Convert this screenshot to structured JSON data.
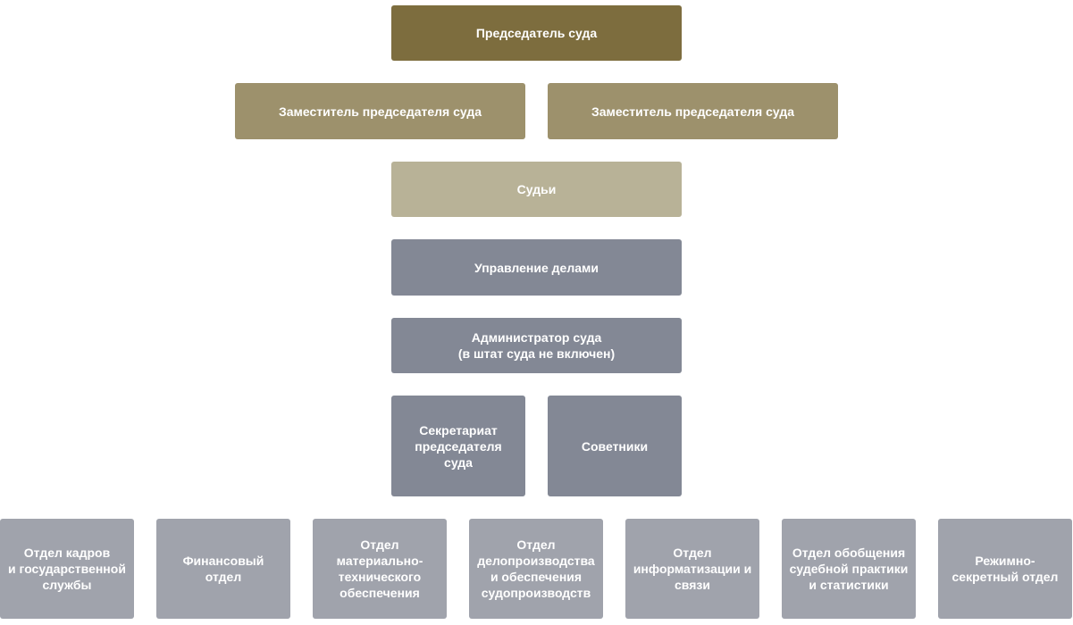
{
  "colors": {
    "chairman": "#7d6d3e",
    "deputy": "#9d916c",
    "judges": "#b8b297",
    "administration": "#838895",
    "departments": "#a0a3ac",
    "text": "#ffffff"
  },
  "chart": {
    "chairman": "Председатель суда",
    "deputies": [
      "Заместитель председателя суда",
      "Заместитель председателя суда"
    ],
    "judges": "Судьи",
    "management": "Управление делами",
    "administrator": "Администратор суда\n(в штат суда не включен)",
    "secretariat": "Секретариат\nпредседателя\nсуда",
    "advisers": "Советники",
    "departments": [
      "Отдел кадров\nи государственной\nслужбы",
      "Финансовый\nотдел",
      "Отдел\nматериально-\nтехнического\nобеспечения",
      "Отдел\nделопроизводства\nи обеспечения\nсудопроизводств",
      "Отдел\nинформатизации и\nсвязи",
      "Отдел обобщения\nсудебной практики\nи статистики",
      "Режимно-\nсекретный отдел"
    ]
  }
}
